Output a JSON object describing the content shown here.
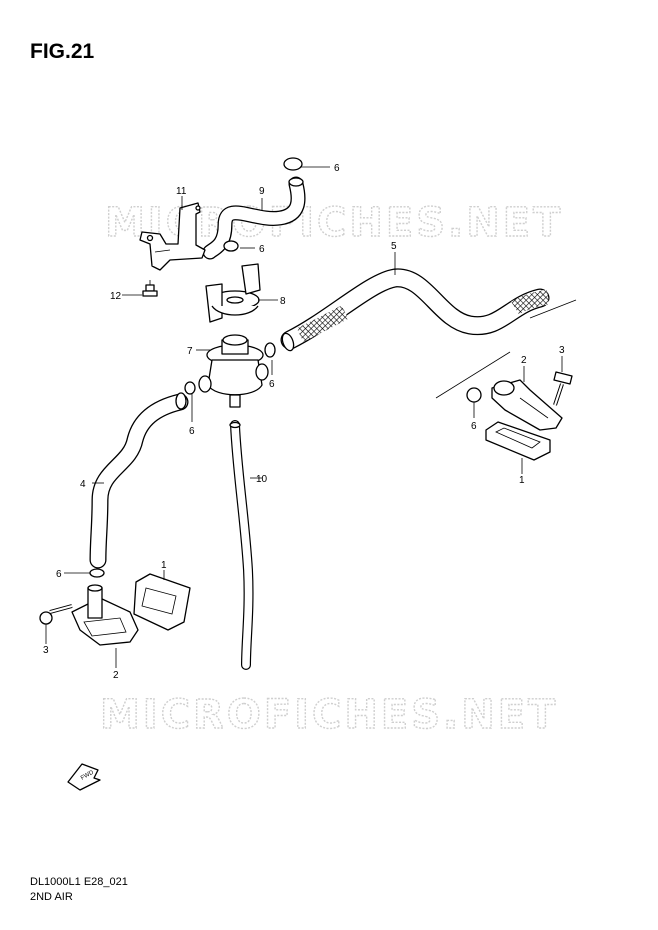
{
  "figure": {
    "title": "FIG.21",
    "model_code": "DL1000L1 E28_021",
    "section_name": "2ND AIR",
    "watermark": "MICROFICHES.NET",
    "fwd_label": "FWD"
  },
  "callouts": [
    {
      "id": "c6a",
      "label": "6"
    },
    {
      "id": "c9",
      "label": "9"
    },
    {
      "id": "c11",
      "label": "11"
    },
    {
      "id": "c6b",
      "label": "6"
    },
    {
      "id": "c5",
      "label": "5"
    },
    {
      "id": "c12",
      "label": "12"
    },
    {
      "id": "c8",
      "label": "8"
    },
    {
      "id": "c7",
      "label": "7"
    },
    {
      "id": "c6c",
      "label": "6"
    },
    {
      "id": "c3a",
      "label": "3"
    },
    {
      "id": "c2a",
      "label": "2"
    },
    {
      "id": "c6d",
      "label": "6"
    },
    {
      "id": "c6e",
      "label": "6"
    },
    {
      "id": "c1a",
      "label": "1"
    },
    {
      "id": "c4",
      "label": "4"
    },
    {
      "id": "c10",
      "label": "10"
    },
    {
      "id": "c1b",
      "label": "1"
    },
    {
      "id": "c6f",
      "label": "6"
    },
    {
      "id": "c3b",
      "label": "3"
    },
    {
      "id": "c2b",
      "label": "2"
    }
  ]
}
